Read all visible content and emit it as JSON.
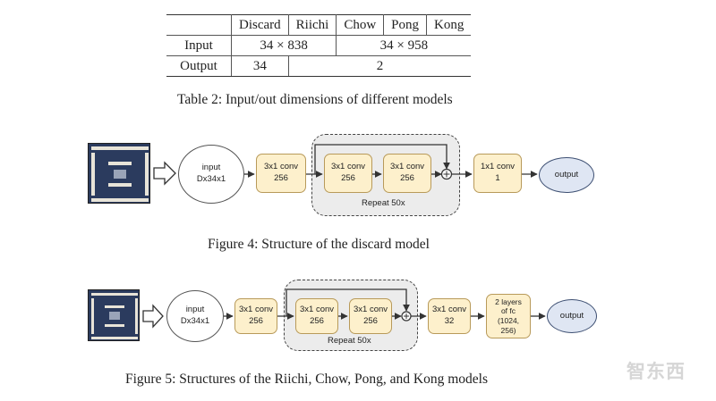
{
  "table2": {
    "headers": [
      "",
      "Discard",
      "Riichi",
      "Chow",
      "Pong",
      "Kong"
    ],
    "input_label": "Input",
    "input_discard_riichi": "34 × 838",
    "input_chow_pong_kong": "34 × 958",
    "output_label": "Output",
    "output_discard": "34",
    "output_others": "2",
    "caption": "Table 2: Input/out dimensions of different models"
  },
  "figure4": {
    "input": "input\nDx34x1",
    "conv1": "3x1 conv\n256",
    "conv2": "3x1 conv\n256",
    "conv3": "3x1 conv\n256",
    "repeat": "Repeat 50x",
    "plus": "+",
    "conv_out": "1x1 conv\n1",
    "output": "output",
    "caption": "Figure 4: Structure of the discard model"
  },
  "figure5": {
    "input": "input\nDx34x1",
    "conv1": "3x1 conv\n256",
    "conv2": "3x1 conv\n256",
    "conv3": "3x1 conv\n256",
    "repeat": "Repeat 50x",
    "plus": "+",
    "conv_out": "3x1 conv\n32",
    "fc": "2 layers\nof fc\n(1024,\n256)",
    "output": "output",
    "caption": "Figure 5: Structures of the Riichi, Chow, Pong, and Kong models"
  },
  "watermark": "智东西"
}
